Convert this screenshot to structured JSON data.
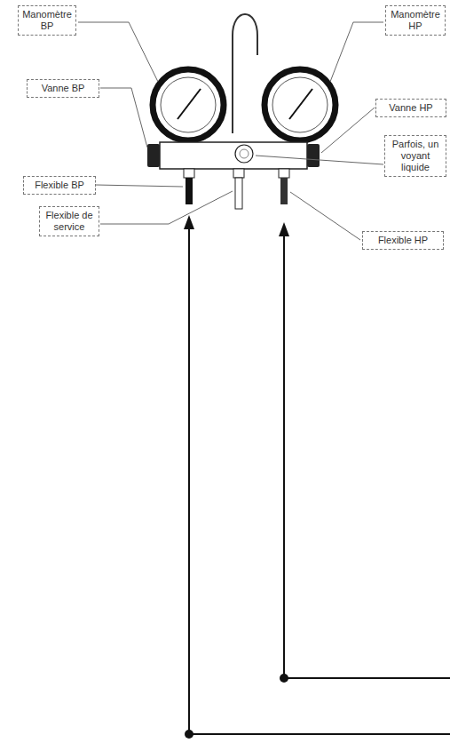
{
  "diagram": {
    "nodes": [
      {
        "text": [
          "Manomètre BP"
        ]
      },
      {
        "text": [
          "Manomètre HP"
        ]
      },
      {
        "text": [
          "Vanne BP"
        ]
      },
      {
        "text": [
          "Vanne HP"
        ]
      },
      {
        "text": [
          "Parfois, un voyant liquide"
        ]
      },
      {
        "text": [
          "Flexible BP"
        ]
      },
      {
        "text": [
          "Flexible de service"
        ]
      },
      {
        "text": [
          "Flexible HP"
        ]
      }
    ],
    "edges": []
  }
}
